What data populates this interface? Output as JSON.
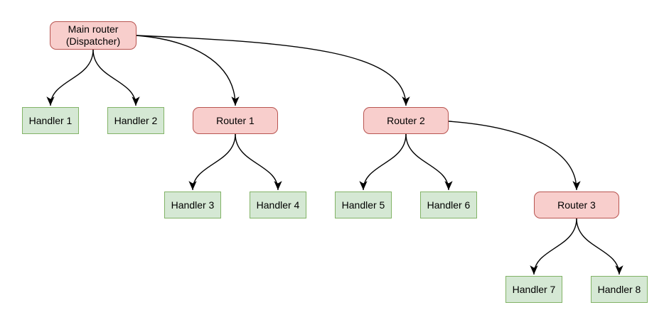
{
  "diagram": {
    "kind": "routing-tree",
    "colors": {
      "background": "#ffffff",
      "router_fill": "#f8cecc",
      "router_border": "#b85450",
      "handler_fill": "#d5e8d4",
      "handler_border": "#82b366",
      "edge": "#000000",
      "text": "#000000"
    },
    "nodes": {
      "main": {
        "label": "Main router\n(Dispatcher)",
        "type": "router"
      },
      "handler1": {
        "label": "Handler 1",
        "type": "handler"
      },
      "handler2": {
        "label": "Handler 2",
        "type": "handler"
      },
      "router1": {
        "label": "Router 1",
        "type": "router"
      },
      "router2": {
        "label": "Router 2",
        "type": "router"
      },
      "handler3": {
        "label": "Handler 3",
        "type": "handler"
      },
      "handler4": {
        "label": "Handler 4",
        "type": "handler"
      },
      "handler5": {
        "label": "Handler 5",
        "type": "handler"
      },
      "handler6": {
        "label": "Handler 6",
        "type": "handler"
      },
      "router3": {
        "label": "Router 3",
        "type": "router"
      },
      "handler7": {
        "label": "Handler 7",
        "type": "handler"
      },
      "handler8": {
        "label": "Handler 8",
        "type": "handler"
      }
    },
    "edges": [
      {
        "from": "main",
        "to": "handler1"
      },
      {
        "from": "main",
        "to": "handler2"
      },
      {
        "from": "main",
        "to": "router1"
      },
      {
        "from": "main",
        "to": "router2"
      },
      {
        "from": "router1",
        "to": "handler3"
      },
      {
        "from": "router1",
        "to": "handler4"
      },
      {
        "from": "router2",
        "to": "handler5"
      },
      {
        "from": "router2",
        "to": "handler6"
      },
      {
        "from": "router2",
        "to": "router3"
      },
      {
        "from": "router3",
        "to": "handler7"
      },
      {
        "from": "router3",
        "to": "handler8"
      }
    ]
  }
}
